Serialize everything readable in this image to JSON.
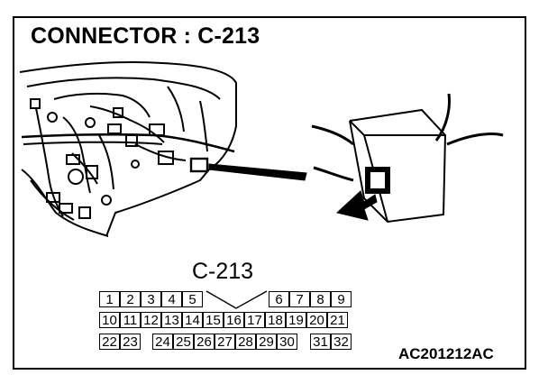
{
  "title": "CONNECTOR : C-213",
  "connector": {
    "code": "C-213",
    "rows": [
      [
        "1",
        "2",
        "3",
        "4",
        "5",
        "6",
        "7",
        "8",
        "9"
      ],
      [
        "10",
        "11",
        "12",
        "13",
        "14",
        "15",
        "16",
        "17",
        "18",
        "19",
        "20",
        "21"
      ],
      [
        "22",
        "23",
        "24",
        "25",
        "26",
        "27",
        "28",
        "29",
        "30",
        "31",
        "32"
      ]
    ]
  },
  "part_code": "AC201212AC"
}
